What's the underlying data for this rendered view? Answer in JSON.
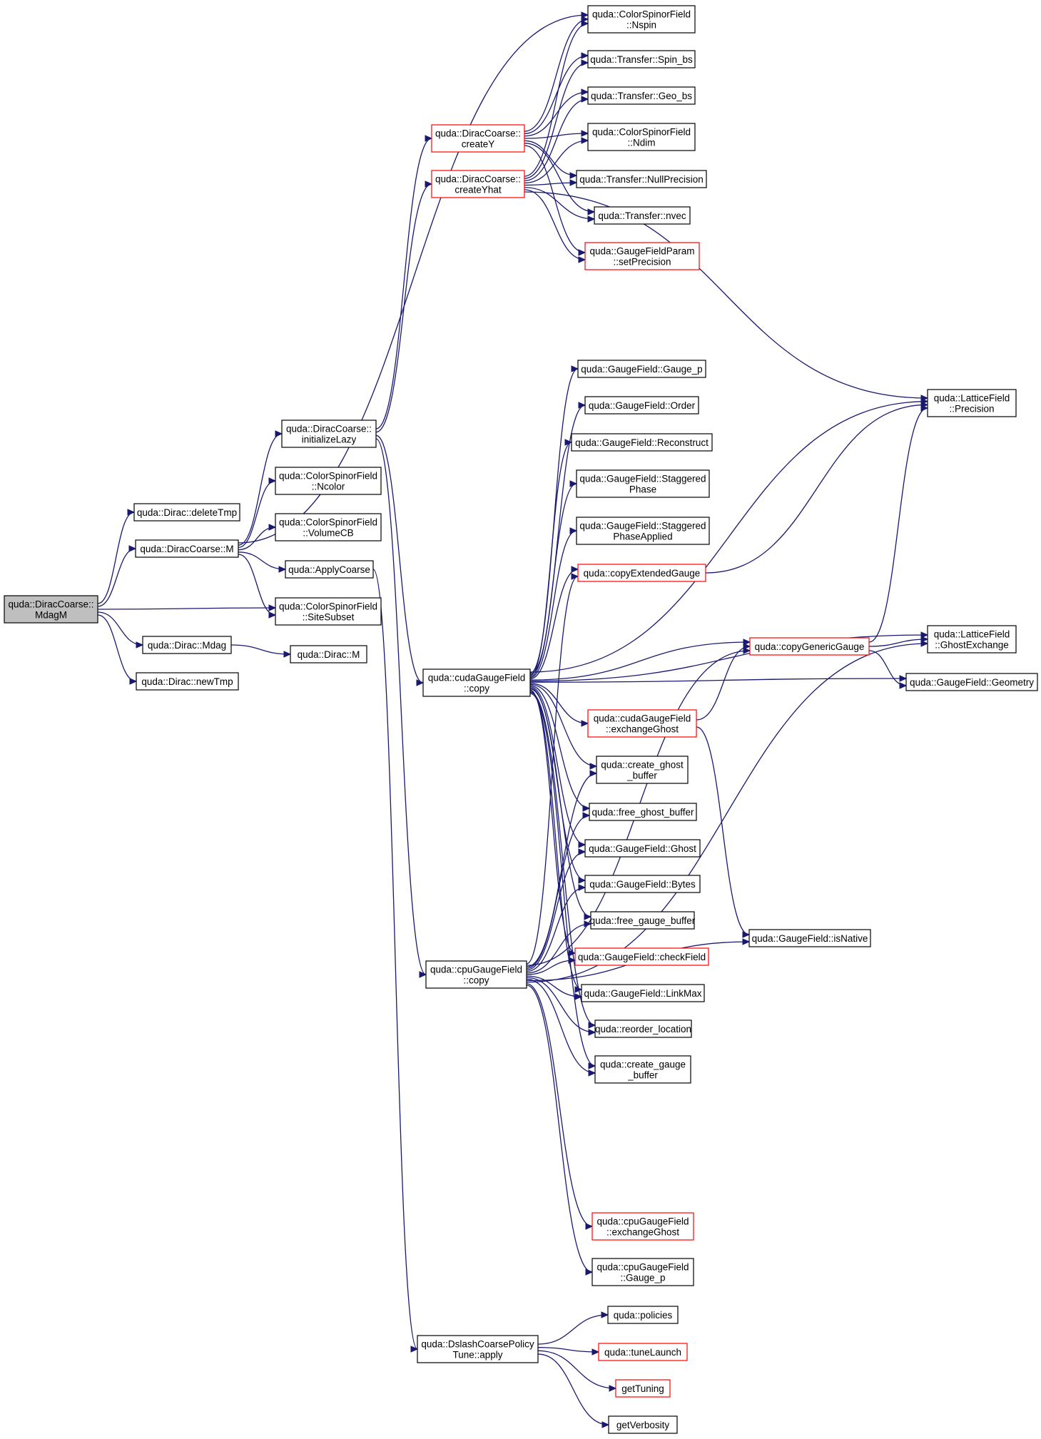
{
  "palette": {
    "edge": "#191970",
    "node_border": "#000000",
    "node_border_truncated": "#ff0000",
    "root_fill": "#bfbfbf",
    "node_fill": "#ffffff"
  },
  "nodes": [
    {
      "id": "mdagm",
      "lines": [
        "quda::DiracCoarse::",
        "MdagM"
      ],
      "style": "root"
    },
    {
      "id": "deletetmp",
      "lines": [
        "quda::Dirac::deleteTmp"
      ],
      "style": "normal"
    },
    {
      "id": "dcM",
      "lines": [
        "quda::DiracCoarse::M"
      ],
      "style": "normal"
    },
    {
      "id": "mdag",
      "lines": [
        "quda::Dirac::Mdag"
      ],
      "style": "normal"
    },
    {
      "id": "newtmp",
      "lines": [
        "quda::Dirac::newTmp"
      ],
      "style": "normal"
    },
    {
      "id": "diracM",
      "lines": [
        "quda::Dirac::M"
      ],
      "style": "normal"
    },
    {
      "id": "initlazy",
      "lines": [
        "quda::DiracCoarse::",
        "initializeLazy"
      ],
      "style": "normal"
    },
    {
      "id": "ncolor",
      "lines": [
        "quda::ColorSpinorField",
        "::Ncolor"
      ],
      "style": "normal"
    },
    {
      "id": "volumecb",
      "lines": [
        "quda::ColorSpinorField",
        "::VolumeCB"
      ],
      "style": "normal"
    },
    {
      "id": "applycoarse",
      "lines": [
        "quda::ApplyCoarse"
      ],
      "style": "normal"
    },
    {
      "id": "sitesubset",
      "lines": [
        "quda::ColorSpinorField",
        "::SiteSubset"
      ],
      "style": "normal"
    },
    {
      "id": "createY",
      "lines": [
        "quda::DiracCoarse::",
        "createY"
      ],
      "style": "truncated"
    },
    {
      "id": "createYhat",
      "lines": [
        "quda::DiracCoarse::",
        "createYhat"
      ],
      "style": "truncated"
    },
    {
      "id": "nspin",
      "lines": [
        "quda::ColorSpinorField",
        "::Nspin"
      ],
      "style": "normal"
    },
    {
      "id": "spinbs",
      "lines": [
        "quda::Transfer::Spin_bs"
      ],
      "style": "normal"
    },
    {
      "id": "geobs",
      "lines": [
        "quda::Transfer::Geo_bs"
      ],
      "style": "normal"
    },
    {
      "id": "ndim",
      "lines": [
        "quda::ColorSpinorField",
        "::Ndim"
      ],
      "style": "normal"
    },
    {
      "id": "nullprec",
      "lines": [
        "quda::Transfer::NullPrecision"
      ],
      "style": "normal"
    },
    {
      "id": "nvec",
      "lines": [
        "quda::Transfer::nvec"
      ],
      "style": "normal"
    },
    {
      "id": "setprec",
      "lines": [
        "quda::GaugeFieldParam",
        "::setPrecision"
      ],
      "style": "truncated"
    },
    {
      "id": "gaugep",
      "lines": [
        "quda::GaugeField::Gauge_p"
      ],
      "style": "normal"
    },
    {
      "id": "order",
      "lines": [
        "quda::GaugeField::Order"
      ],
      "style": "normal"
    },
    {
      "id": "reconstruct",
      "lines": [
        "quda::GaugeField::Reconstruct"
      ],
      "style": "normal"
    },
    {
      "id": "staggeredphase",
      "lines": [
        "quda::GaugeField::Staggered",
        "Phase"
      ],
      "style": "normal"
    },
    {
      "id": "staggeredapplied",
      "lines": [
        "quda::GaugeField::Staggered",
        "PhaseApplied"
      ],
      "style": "normal"
    },
    {
      "id": "copyext",
      "lines": [
        "quda::copyExtendedGauge"
      ],
      "style": "truncated"
    },
    {
      "id": "precision",
      "lines": [
        "quda::LatticeField",
        "::Precision"
      ],
      "style": "normal"
    },
    {
      "id": "cudacopy",
      "lines": [
        "quda::cudaGaugeField",
        "::copy"
      ],
      "style": "normal"
    },
    {
      "id": "copygeneric",
      "lines": [
        "quda::copyGenericGauge"
      ],
      "style": "truncated"
    },
    {
      "id": "ghostex",
      "lines": [
        "quda::LatticeField",
        "::GhostExchange"
      ],
      "style": "normal"
    },
    {
      "id": "geometry",
      "lines": [
        "quda::GaugeField::Geometry"
      ],
      "style": "normal"
    },
    {
      "id": "cudaexghost",
      "lines": [
        "quda::cudaGaugeField",
        "::exchangeGhost"
      ],
      "style": "truncated"
    },
    {
      "id": "createghost",
      "lines": [
        "quda::create_ghost",
        "_buffer"
      ],
      "style": "normal"
    },
    {
      "id": "freeghost",
      "lines": [
        "quda::free_ghost_buffer"
      ],
      "style": "normal"
    },
    {
      "id": "ghost",
      "lines": [
        "quda::GaugeField::Ghost"
      ],
      "style": "normal"
    },
    {
      "id": "bytes",
      "lines": [
        "quda::GaugeField::Bytes"
      ],
      "style": "normal"
    },
    {
      "id": "freegauge",
      "lines": [
        "quda::free_gauge_buffer"
      ],
      "style": "normal"
    },
    {
      "id": "isnative",
      "lines": [
        "quda::GaugeField::isNative"
      ],
      "style": "normal"
    },
    {
      "id": "cpucopy",
      "lines": [
        "quda::cpuGaugeField",
        "::copy"
      ],
      "style": "normal"
    },
    {
      "id": "checkfield",
      "lines": [
        "quda::GaugeField::checkField"
      ],
      "style": "truncated"
    },
    {
      "id": "linkmax",
      "lines": [
        "quda::GaugeField::LinkMax"
      ],
      "style": "normal"
    },
    {
      "id": "reorder",
      "lines": [
        "quda::reorder_location"
      ],
      "style": "normal"
    },
    {
      "id": "creategauge",
      "lines": [
        "quda::create_gauge",
        "_buffer"
      ],
      "style": "normal"
    },
    {
      "id": "cpuexghost",
      "lines": [
        "quda::cpuGaugeField",
        "::exchangeGhost"
      ],
      "style": "truncated"
    },
    {
      "id": "cpugaugep",
      "lines": [
        "quda::cpuGaugeField",
        "::Gauge_p"
      ],
      "style": "normal"
    },
    {
      "id": "dslashapply",
      "lines": [
        "quda::DslashCoarsePolicy",
        "Tune::apply"
      ],
      "style": "normal"
    },
    {
      "id": "policies",
      "lines": [
        "quda::policies"
      ],
      "style": "normal"
    },
    {
      "id": "tunelaunch",
      "lines": [
        "quda::tuneLaunch"
      ],
      "style": "truncated"
    },
    {
      "id": "gettuning",
      "lines": [
        "getTuning"
      ],
      "style": "truncated"
    },
    {
      "id": "getverbosity",
      "lines": [
        "getVerbosity"
      ],
      "style": "normal"
    }
  ],
  "edges": [
    [
      "mdagm",
      "deletetmp"
    ],
    [
      "mdagm",
      "dcM"
    ],
    [
      "mdagm",
      "sitesubset"
    ],
    [
      "mdagm",
      "mdag"
    ],
    [
      "mdagm",
      "newtmp"
    ],
    [
      "dcM",
      "nspin"
    ],
    [
      "dcM",
      "initlazy"
    ],
    [
      "dcM",
      "ncolor"
    ],
    [
      "dcM",
      "volumecb"
    ],
    [
      "dcM",
      "applycoarse"
    ],
    [
      "dcM",
      "sitesubset"
    ],
    [
      "mdag",
      "diracM"
    ],
    [
      "initlazy",
      "createY"
    ],
    [
      "initlazy",
      "createYhat"
    ],
    [
      "initlazy",
      "cudacopy"
    ],
    [
      "initlazy",
      "cpucopy"
    ],
    [
      "applycoarse",
      "dslashapply"
    ],
    [
      "createY",
      "nspin"
    ],
    [
      "createY",
      "spinbs"
    ],
    [
      "createY",
      "geobs"
    ],
    [
      "createY",
      "ndim"
    ],
    [
      "createY",
      "nullprec"
    ],
    [
      "createY",
      "nvec"
    ],
    [
      "createY",
      "setprec"
    ],
    [
      "createYhat",
      "nspin"
    ],
    [
      "createYhat",
      "spinbs"
    ],
    [
      "createYhat",
      "geobs"
    ],
    [
      "createYhat",
      "ndim"
    ],
    [
      "createYhat",
      "nullprec"
    ],
    [
      "createYhat",
      "nvec"
    ],
    [
      "createYhat",
      "setprec"
    ],
    [
      "createYhat",
      "precision"
    ],
    [
      "cudacopy",
      "precision"
    ],
    [
      "cudacopy",
      "gaugep"
    ],
    [
      "cudacopy",
      "order"
    ],
    [
      "cudacopy",
      "reconstruct"
    ],
    [
      "cudacopy",
      "staggeredphase"
    ],
    [
      "cudacopy",
      "staggeredapplied"
    ],
    [
      "cudacopy",
      "copyext"
    ],
    [
      "cudacopy",
      "copygeneric"
    ],
    [
      "cudacopy",
      "ghostex"
    ],
    [
      "cudacopy",
      "geometry"
    ],
    [
      "cudacopy",
      "cudaexghost"
    ],
    [
      "cudacopy",
      "createghost"
    ],
    [
      "cudacopy",
      "freeghost"
    ],
    [
      "cudacopy",
      "ghost"
    ],
    [
      "cudacopy",
      "bytes"
    ],
    [
      "cudacopy",
      "freegauge"
    ],
    [
      "cudacopy",
      "checkfield"
    ],
    [
      "cudacopy",
      "linkmax"
    ],
    [
      "cudacopy",
      "reorder"
    ],
    [
      "cudacopy",
      "creategauge"
    ],
    [
      "copyext",
      "precision"
    ],
    [
      "copygeneric",
      "precision"
    ],
    [
      "copygeneric",
      "ghostex"
    ],
    [
      "copygeneric",
      "geometry"
    ],
    [
      "cudaexghost",
      "copygeneric"
    ],
    [
      "cudaexghost",
      "isnative"
    ],
    [
      "cpucopy",
      "copyext"
    ],
    [
      "cpucopy",
      "copygeneric"
    ],
    [
      "cpucopy",
      "createghost"
    ],
    [
      "cpucopy",
      "freeghost"
    ],
    [
      "cpucopy",
      "ghost"
    ],
    [
      "cpucopy",
      "bytes"
    ],
    [
      "cpucopy",
      "freegauge"
    ],
    [
      "cpucopy",
      "checkfield"
    ],
    [
      "cpucopy",
      "linkmax"
    ],
    [
      "cpucopy",
      "reorder"
    ],
    [
      "cpucopy",
      "creategauge"
    ],
    [
      "cpucopy",
      "isnative"
    ],
    [
      "cpucopy",
      "ghostex"
    ],
    [
      "cpucopy",
      "cpuexghost"
    ],
    [
      "cpucopy",
      "cpugaugep"
    ],
    [
      "dslashapply",
      "policies"
    ],
    [
      "dslashapply",
      "tunelaunch"
    ],
    [
      "dslashapply",
      "gettuning"
    ],
    [
      "dslashapply",
      "getverbosity"
    ]
  ]
}
